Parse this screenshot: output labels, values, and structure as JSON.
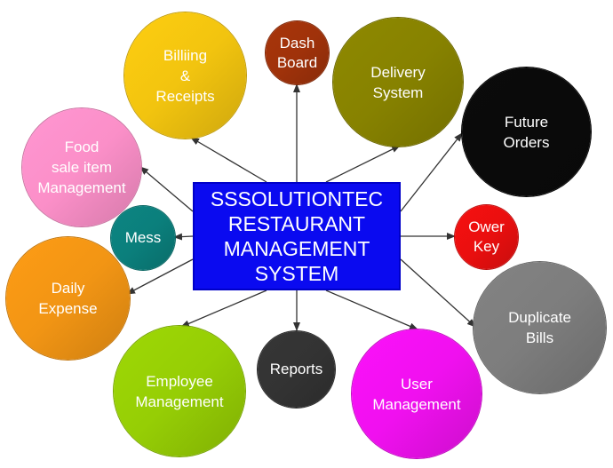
{
  "diagram": {
    "center": {
      "label": "SSSOLUTIONTEC\nRESTAURANT\nMANAGEMENT\nSYSTEM",
      "color": "#0a0af0"
    },
    "nodes": [
      {
        "id": "billing",
        "label": "Billiing\n&\nReceipts",
        "color": "#f2c40f"
      },
      {
        "id": "dashboard",
        "label": "Dash\nBoard",
        "color": "#a0320a"
      },
      {
        "id": "delivery",
        "label": "Delivery\nSystem",
        "color": "#878200"
      },
      {
        "id": "future-orders",
        "label": "Future\nOrders",
        "color": "#0a0a0a"
      },
      {
        "id": "food-sale-item",
        "label": "Food\nsale item\nManagement",
        "color": "#fb8fc8"
      },
      {
        "id": "mess",
        "label": "Mess",
        "color": "#0b7f7c"
      },
      {
        "id": "owner-key",
        "label": "Ower\nKey",
        "color": "#ea0f0f"
      },
      {
        "id": "daily-expense",
        "label": "Daily\nExpense",
        "color": "#f29514"
      },
      {
        "id": "duplicate-bills",
        "label": "Duplicate\nBills",
        "color": "#7d7d7d"
      },
      {
        "id": "employee-management",
        "label": "Employee\nManagement",
        "color": "#96ce05"
      },
      {
        "id": "reports",
        "label": "Reports",
        "color": "#333333"
      },
      {
        "id": "user-management",
        "label": "User\nManagement",
        "color": "#f010ef"
      }
    ],
    "edge_color": "#333333"
  }
}
